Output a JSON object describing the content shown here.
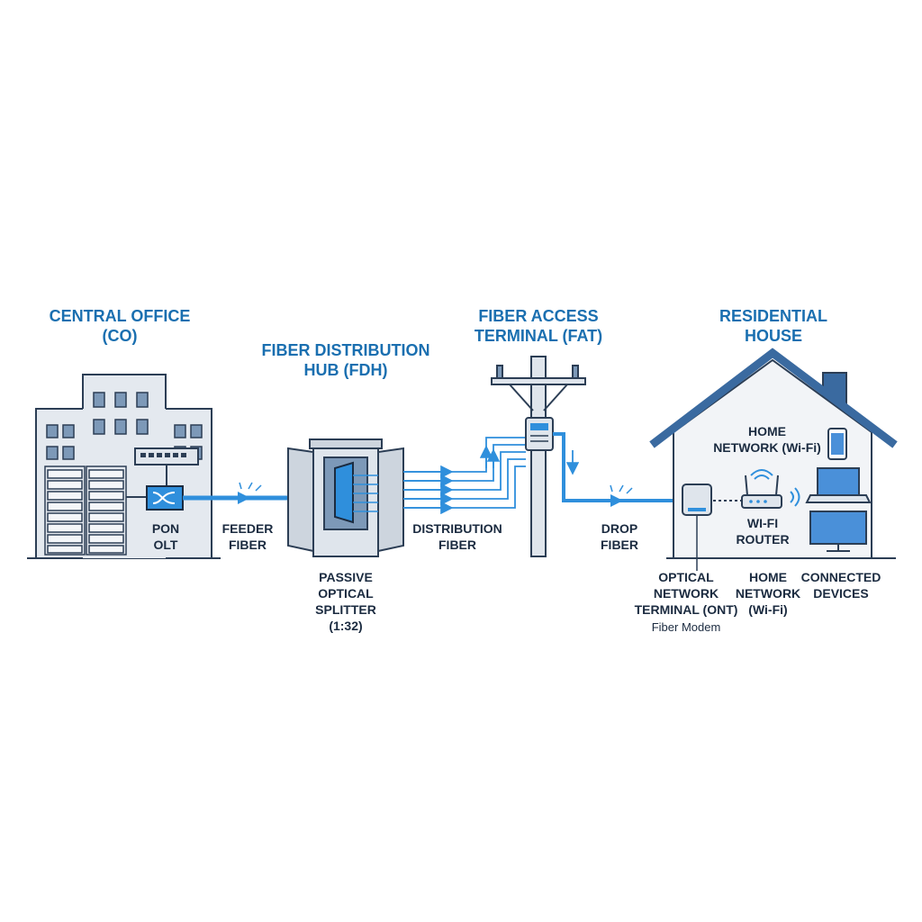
{
  "headings": {
    "central_office": [
      "CENTRAL OFFICE",
      "(CO)"
    ],
    "fdh": [
      "FIBER DISTRIBUTION",
      "HUB (FDH)"
    ],
    "fat": [
      "FIBER ACCESS",
      "TERMINAL (FAT)"
    ],
    "house": [
      "RESIDENTIAL",
      "HOUSE"
    ]
  },
  "labels": {
    "olt": [
      "PON",
      "OLT"
    ],
    "feeder": [
      "FEEDER",
      "FIBER"
    ],
    "splitter": [
      "PASSIVE",
      "OPTICAL",
      "SPLITTER",
      "(1:32)"
    ],
    "distribution": [
      "DISTRIBUTION",
      "FIBER"
    ],
    "drop": [
      "DROP",
      "FIBER"
    ],
    "home_network_top": [
      "HOME",
      "NETWORK (Wi-Fi)"
    ],
    "router": [
      "WI-FI",
      "ROUTER"
    ],
    "ont": [
      "OPTICAL",
      "NETWORK",
      "TERMINAL (ONT)"
    ],
    "ont_sub": "Fiber Modem",
    "home_network_bottom": [
      "HOME",
      "NETWORK",
      "(Wi-Fi)"
    ],
    "devices": [
      "CONNECTED",
      "DEVICES"
    ]
  },
  "colors": {
    "heading": "#1a6fb0",
    "label": "#1b2b40",
    "fiber": "#2f8fdc",
    "outline": "#2c3e55",
    "building_fill": "#e4e9ef",
    "roof": "#3a6aa0"
  },
  "icons": [
    "building-icon",
    "server-rack-icon",
    "switch-icon",
    "splitter-icon",
    "cabinet-icon",
    "utility-pole-icon",
    "terminal-box-icon",
    "house-icon",
    "ont-icon",
    "router-icon",
    "phone-icon",
    "laptop-icon",
    "monitor-icon",
    "wifi-icon"
  ]
}
